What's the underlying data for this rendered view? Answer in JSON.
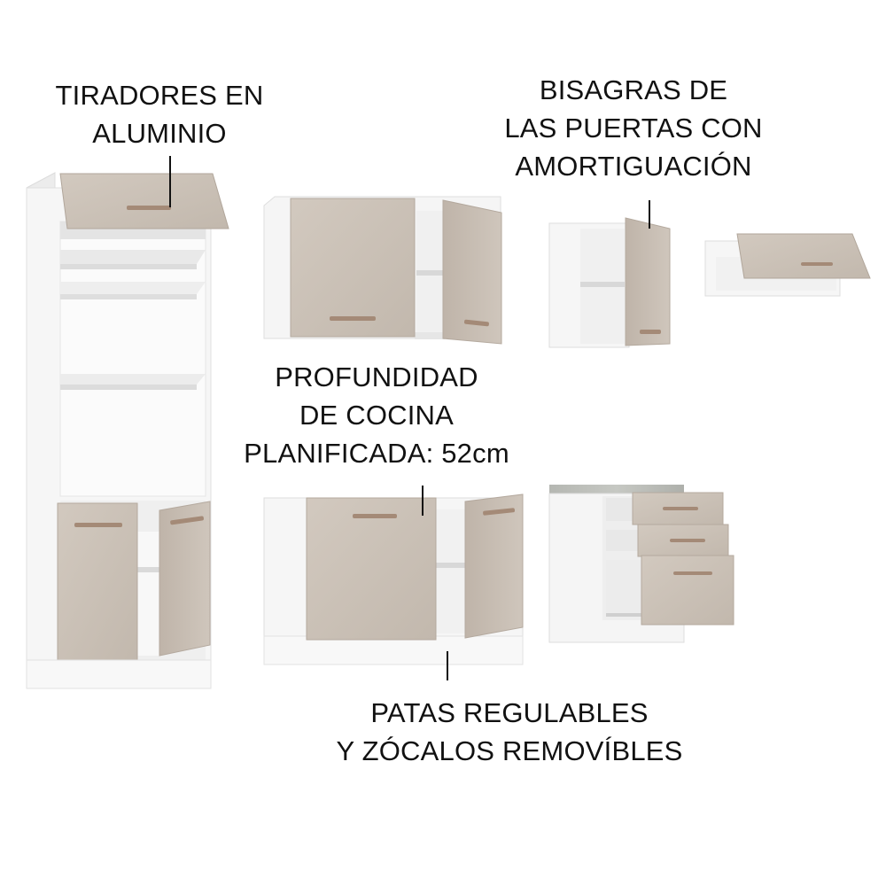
{
  "callouts": {
    "handles": {
      "line1": "TIRADORES EN",
      "line2": "ALUMINIO"
    },
    "hinges": {
      "line1": "BISAGRAS DE",
      "line2": "LAS PUERTAS CON",
      "line3": "AMORTIGUACIÓN"
    },
    "depth": {
      "line1": "PROFUNDIDAD",
      "line2": "DE COCINA",
      "line3": "PLANIFICADA: 52cm"
    },
    "legs": {
      "line1": "PATAS REGULABLES",
      "line2": "Y ZÓCALOS REMOVÍBLES"
    }
  },
  "colors": {
    "carcass": "#f4f4f4",
    "carcass_shade": "#e2e2e2",
    "door": "#c9bfb5",
    "door_edge": "#b3a89d",
    "handle": "#a98f7c",
    "countertop": "#b8bab5"
  }
}
